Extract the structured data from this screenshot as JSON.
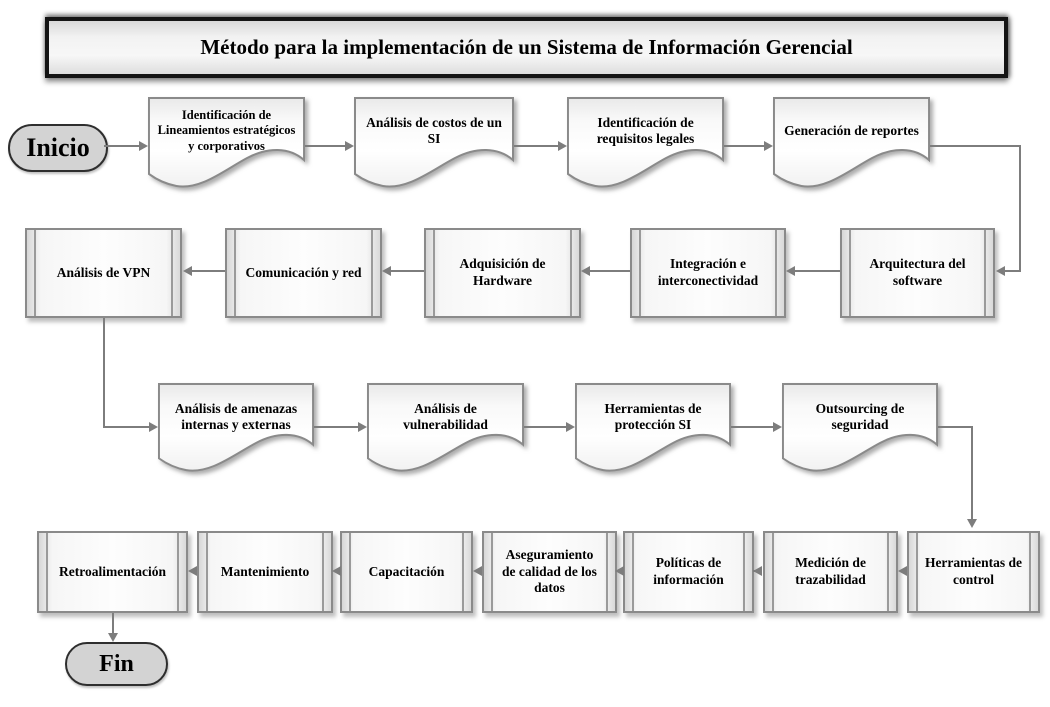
{
  "title": "Método para la implementación de un Sistema de Información Gerencial",
  "start_label": "Inicio",
  "end_label": "Fin",
  "phase1_documents": [
    "Identificación de Lineamientos estratégicos y corporativos",
    "Análisis de costos de un SI",
    "Identificación de requisitos legales",
    "Generación de reportes"
  ],
  "phase2_processes": [
    "Arquitectura del software",
    "Integración e interconectividad",
    "Adquisición de Hardware",
    "Comunicación y red",
    "Análisis de VPN"
  ],
  "phase3_documents": [
    "Análisis de amenazas internas y externas",
    "Análisis de vulnerabilidad",
    "Herramientas de protección SI",
    "Outsourcing de seguridad"
  ],
  "phase4_processes": [
    "Herramientas de control",
    "Medición de trazabilidad",
    "Políticas de información",
    "Aseguramiento de calidad de los datos",
    "Capacitación",
    "Mantenimiento",
    "Retroalimentación"
  ],
  "colors": {
    "connector": "#7d7d7d",
    "shape_border": "#8a8a8a",
    "shape_fill": "#fdfdfd",
    "terminator_fill": "#d3d3d3",
    "title_fill": "#f2f2f2",
    "text": "#000000"
  }
}
